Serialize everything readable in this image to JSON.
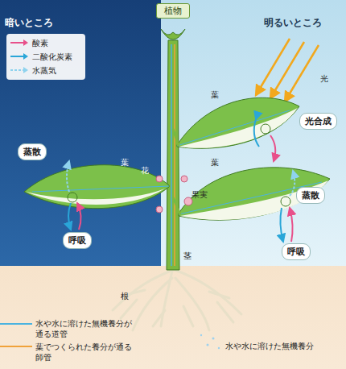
{
  "diagram": {
    "title": "植物",
    "nodes": [
      {
        "text": [
          "暗いところ"
        ]
      },
      {
        "text": [
          "明るいところ"
        ]
      },
      {
        "text": [
          "蒸散"
        ],
        "in": 0
      },
      {
        "text": [
          "呼吸"
        ],
        "in": 0
      },
      {
        "text": [
          "光合成"
        ],
        "in": 1
      },
      {
        "text": [
          "蒸散"
        ],
        "in": 1
      },
      {
        "text": [
          "呼吸"
        ],
        "in": 1
      }
    ],
    "edges": [],
    "labels": [
      "葉",
      "花",
      "果実",
      "葉",
      "葉",
      "光",
      "茎",
      "根",
      "水や水に溶けた無機養分"
    ],
    "legend": [
      {
        "text": "酸素"
      },
      {
        "text": "二酸化炭素"
      },
      {
        "text": "水蒸気"
      },
      {
        "text": "水や水に溶けた無機養分が通る道管"
      },
      {
        "text": "葉でつくられた養分が通る師管"
      }
    ]
  }
}
